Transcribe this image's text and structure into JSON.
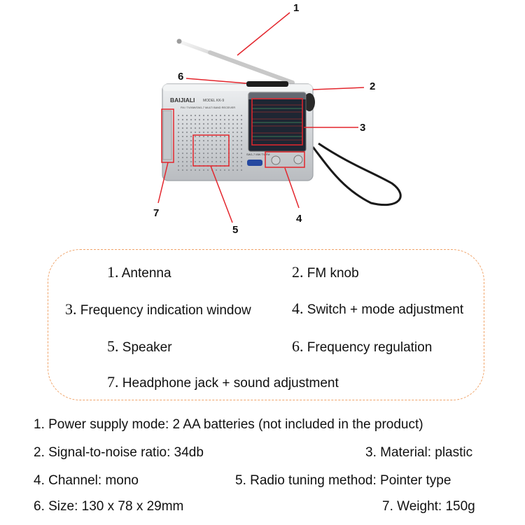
{
  "product_image": {
    "brand": "BAIJIALI",
    "model": "MODEL KK-9",
    "subtitle": "FM / TV/MW/SW1-7 MULTI BAND RECEIVER",
    "callouts": [
      "1",
      "2",
      "3",
      "4",
      "5",
      "6",
      "7"
    ]
  },
  "legend": {
    "items": [
      {
        "num": "1.",
        "label": "Antenna"
      },
      {
        "num": "2.",
        "label": "FM knob"
      },
      {
        "num": "3.",
        "label": "Frequency indication window"
      },
      {
        "num": "4.",
        "label": "Switch + mode adjustment"
      },
      {
        "num": "5.",
        "label": "Speaker"
      },
      {
        "num": "6.",
        "label": "Frequency regulation"
      },
      {
        "num": "7.",
        "label": "Headphone jack + sound adjustment"
      }
    ]
  },
  "specs": [
    "1. Power supply mode: 2 AA batteries (not included in the product)",
    "2. Signal-to-noise ratio: 34db",
    "3. Material: plastic",
    "4. Channel: mono",
    "5. Radio tuning method: Pointer type",
    "6. Size: 130 x 78 x 29mm",
    "7. Weight: 150g"
  ],
  "colors": {
    "callout_line": "#e3262d",
    "legend_border": "#f0a46a",
    "radio_body": "#d9dbde",
    "strap": "#1a1a1a"
  }
}
